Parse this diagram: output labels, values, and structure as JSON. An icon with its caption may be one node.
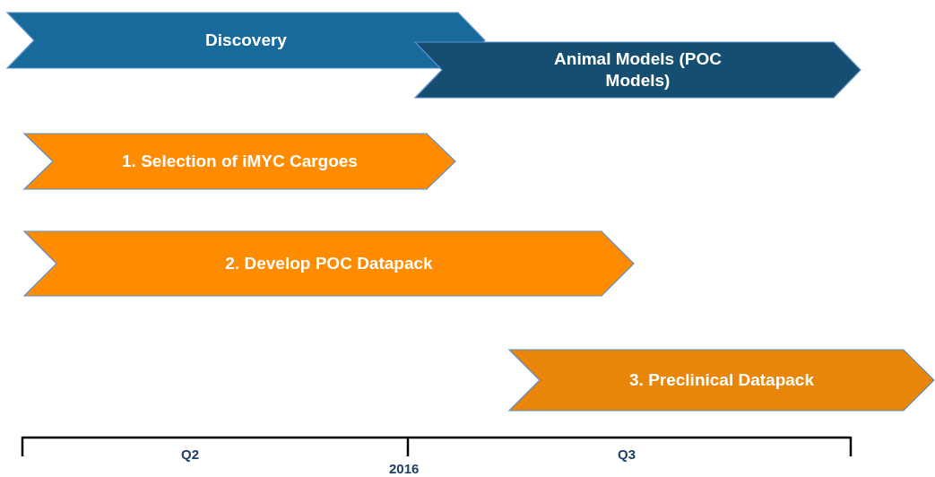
{
  "diagram": {
    "nodes": [
      {
        "text": [
          "Discovery"
        ]
      },
      {
        "text": [
          "Animal Models (POC Models)"
        ]
      },
      {
        "text": [
          "1. Selection of iMYC Cargoes"
        ]
      },
      {
        "text": [
          "2. Develop POC Datapack"
        ]
      },
      {
        "text": [
          "3. Preclinical Datapack"
        ]
      }
    ],
    "edges": [],
    "labels": [
      "Q2",
      "2016",
      "Q3"
    ]
  }
}
